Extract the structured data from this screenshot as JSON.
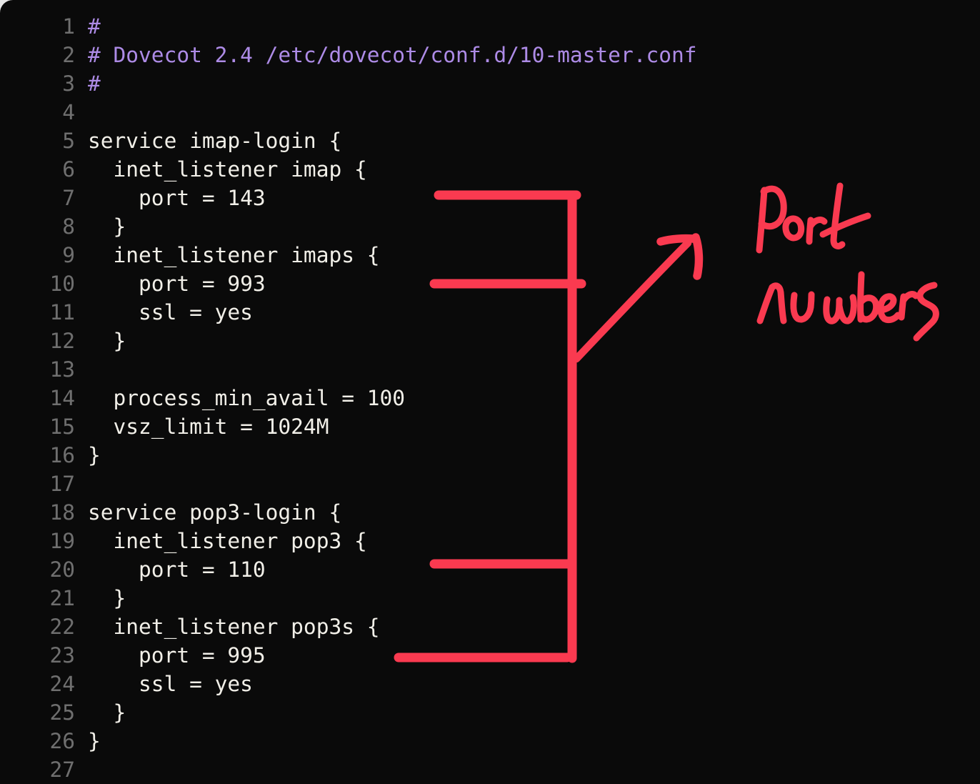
{
  "panel": {
    "background": "#0a0a0a",
    "page_background": "#e8e8e8"
  },
  "code": {
    "text_color": "#f1efe8",
    "comment_color": "#ad8be6",
    "line_number_color": "#6f6f6f",
    "lines": [
      {
        "num": "1",
        "text": "#",
        "comment": true
      },
      {
        "num": "2",
        "text": "# Dovecot 2.4 /etc/dovecot/conf.d/10-master.conf",
        "comment": true
      },
      {
        "num": "3",
        "text": "#",
        "comment": true
      },
      {
        "num": "4",
        "text": "",
        "comment": false
      },
      {
        "num": "5",
        "text": "service imap-login {",
        "comment": false
      },
      {
        "num": "6",
        "text": "  inet_listener imap {",
        "comment": false
      },
      {
        "num": "7",
        "text": "    port = 143",
        "comment": false
      },
      {
        "num": "8",
        "text": "  }",
        "comment": false
      },
      {
        "num": "9",
        "text": "  inet_listener imaps {",
        "comment": false
      },
      {
        "num": "10",
        "text": "    port = 993",
        "comment": false
      },
      {
        "num": "11",
        "text": "    ssl = yes",
        "comment": false
      },
      {
        "num": "12",
        "text": "  }",
        "comment": false
      },
      {
        "num": "13",
        "text": "",
        "comment": false
      },
      {
        "num": "14",
        "text": "  process_min_avail = 100",
        "comment": false
      },
      {
        "num": "15",
        "text": "  vsz_limit = 1024M",
        "comment": false
      },
      {
        "num": "16",
        "text": "}",
        "comment": false
      },
      {
        "num": "17",
        "text": "",
        "comment": false
      },
      {
        "num": "18",
        "text": "service pop3-login {",
        "comment": false
      },
      {
        "num": "19",
        "text": "  inet_listener pop3 {",
        "comment": false
      },
      {
        "num": "20",
        "text": "    port = 110",
        "comment": false
      },
      {
        "num": "21",
        "text": "  }",
        "comment": false
      },
      {
        "num": "22",
        "text": "  inet_listener pop3s {",
        "comment": false
      },
      {
        "num": "23",
        "text": "    port = 995",
        "comment": false
      },
      {
        "num": "24",
        "text": "    ssl = yes",
        "comment": false
      },
      {
        "num": "25",
        "text": "  }",
        "comment": false
      },
      {
        "num": "26",
        "text": "}",
        "comment": false
      },
      {
        "num": "27",
        "text": "",
        "comment": false
      }
    ]
  },
  "annotation": {
    "color": "#fa3a50",
    "label": "Port Numbers",
    "label_line1": "Port",
    "label_line2": "Numbers"
  }
}
